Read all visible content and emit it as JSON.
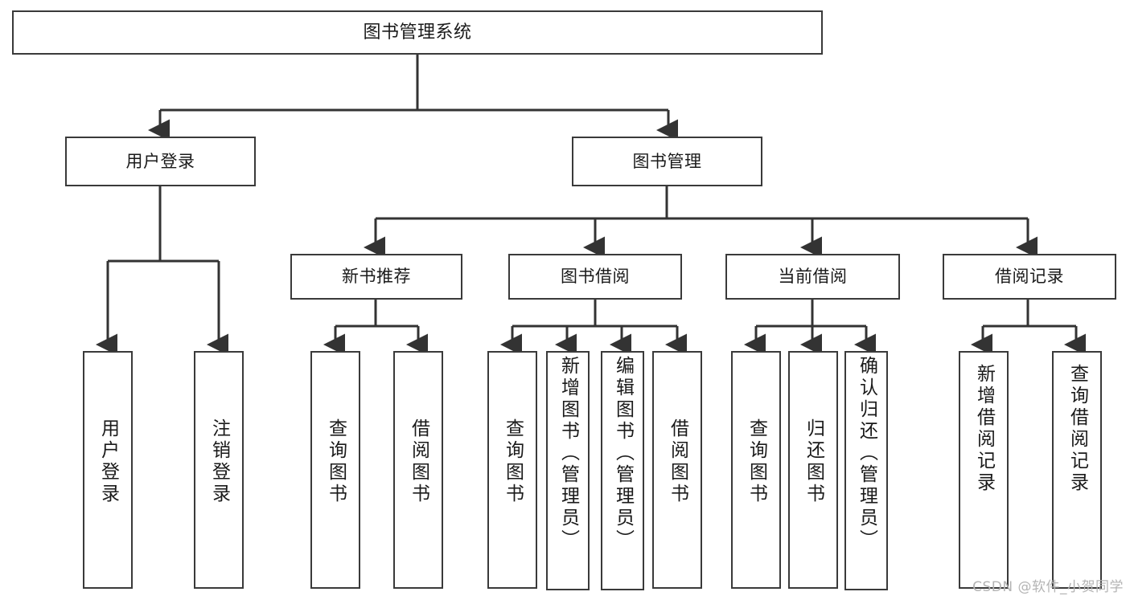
{
  "diagram": {
    "title": "图书管理系统",
    "type": "tree-hierarchy-diagram",
    "colors": {
      "box_border": "#3a3a3a",
      "box_fill": "#ffffff",
      "edge": "#333333",
      "text": "#1a1a1a",
      "watermark": "#b4b4b4",
      "background": "#ffffff"
    },
    "nodes": {
      "root": {
        "label": "图书管理系统"
      },
      "level2": [
        {
          "label": "用户登录"
        },
        {
          "label": "图书管理"
        }
      ],
      "level3": [
        {
          "label": "新书推荐"
        },
        {
          "label": "图书借阅"
        },
        {
          "label": "当前借阅"
        },
        {
          "label": "借阅记录"
        }
      ],
      "leaves": {
        "user_login": [
          {
            "label": "用户登录"
          },
          {
            "label": "注销登录"
          }
        ],
        "new_book_recommend": [
          {
            "label": "查询图书"
          },
          {
            "label": "借阅图书"
          }
        ],
        "book_borrow": [
          {
            "label": "查询图书"
          },
          {
            "label": "新增图书（管理员）"
          },
          {
            "label": "编辑图书（管理员）"
          },
          {
            "label": "借阅图书"
          }
        ],
        "current_borrow": [
          {
            "label": "查询图书"
          },
          {
            "label": "归还图书"
          },
          {
            "label": "确认归还（管理员）"
          }
        ],
        "borrow_record": [
          {
            "label": "新增借阅记录"
          },
          {
            "label": "查询借阅记录"
          }
        ]
      }
    },
    "watermark": "CSDN @软件_小贺同学"
  }
}
